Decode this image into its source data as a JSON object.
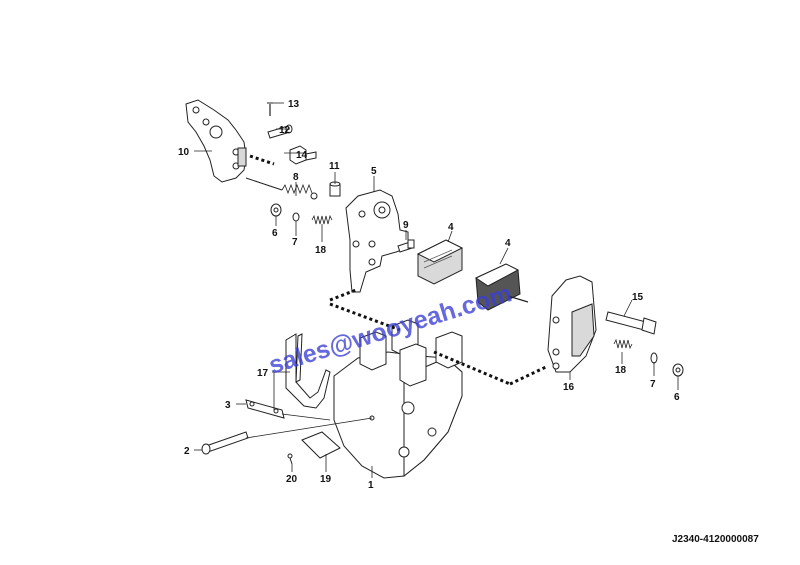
{
  "diagram": {
    "reference_code": "J2340-4120000087",
    "watermark": "sales@wooyeah.com",
    "callouts": [
      {
        "id": "c1",
        "label": "1"
      },
      {
        "id": "c2",
        "label": "2"
      },
      {
        "id": "c3",
        "label": "3"
      },
      {
        "id": "c4a",
        "label": "4"
      },
      {
        "id": "c4b",
        "label": "4"
      },
      {
        "id": "c5",
        "label": "5"
      },
      {
        "id": "c6a",
        "label": "6"
      },
      {
        "id": "c6b",
        "label": "6"
      },
      {
        "id": "c7a",
        "label": "7"
      },
      {
        "id": "c7b",
        "label": "7"
      },
      {
        "id": "c8",
        "label": "8"
      },
      {
        "id": "c9",
        "label": "9"
      },
      {
        "id": "c10",
        "label": "10"
      },
      {
        "id": "c11",
        "label": "11"
      },
      {
        "id": "c12",
        "label": "12"
      },
      {
        "id": "c13",
        "label": "13"
      },
      {
        "id": "c14",
        "label": "14"
      },
      {
        "id": "c15",
        "label": "15"
      },
      {
        "id": "c16",
        "label": "16"
      },
      {
        "id": "c17",
        "label": "17"
      },
      {
        "id": "c18a",
        "label": "18"
      },
      {
        "id": "c18b",
        "label": "18"
      },
      {
        "id": "c19",
        "label": "19"
      },
      {
        "id": "c20",
        "label": "20"
      }
    ]
  }
}
